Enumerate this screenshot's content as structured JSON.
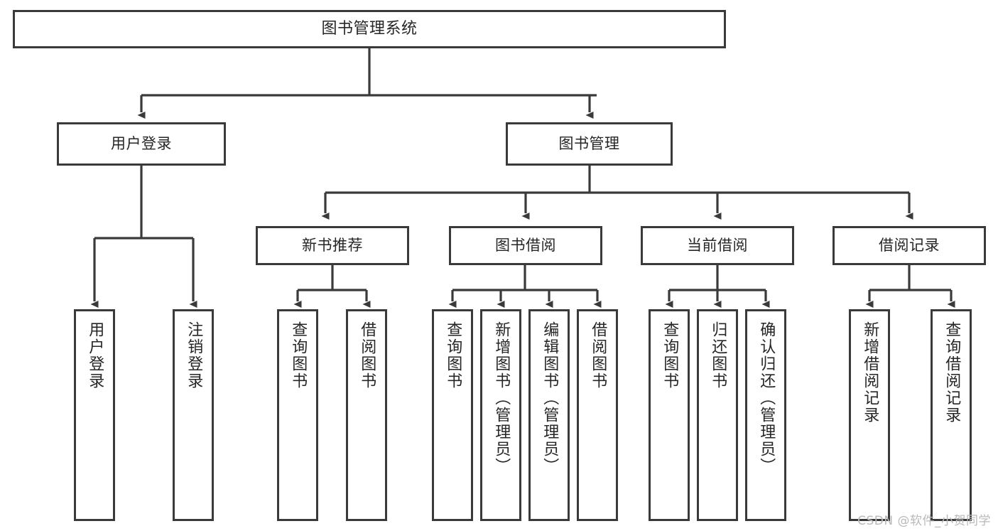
{
  "diagram": {
    "title": "图书管理系统",
    "type": "tree-hierarchy",
    "watermark": "CSDN @软件_小贺同学",
    "colors": {
      "stroke": "#3a3a3a",
      "fill": "#ffffff",
      "text": "#262626",
      "watermark": "#b9b9b9"
    },
    "root": {
      "label": "图书管理系统"
    },
    "level1": [
      {
        "label": "用户登录"
      },
      {
        "label": "图书管理"
      }
    ],
    "level2": [
      {
        "label": "新书推荐"
      },
      {
        "label": "图书借阅"
      },
      {
        "label": "当前借阅"
      },
      {
        "label": "借阅记录"
      }
    ],
    "leaves": {
      "user_login": [
        {
          "label": "用户登录"
        },
        {
          "label": "注销登录"
        }
      ],
      "new_book": [
        {
          "label": "查询图书"
        },
        {
          "label": "借阅图书"
        }
      ],
      "book_borrow": [
        {
          "label": "查询图书"
        },
        {
          "label": "新增图书（管理员）"
        },
        {
          "label": "编辑图书（管理员）"
        },
        {
          "label": "借阅图书"
        }
      ],
      "current_borrow": [
        {
          "label": "查询图书"
        },
        {
          "label": "归还图书"
        },
        {
          "label": "确认归还（管理员）"
        }
      ],
      "borrow_record": [
        {
          "label": "新增借阅记录"
        },
        {
          "label": "查询借阅记录"
        }
      ]
    }
  }
}
